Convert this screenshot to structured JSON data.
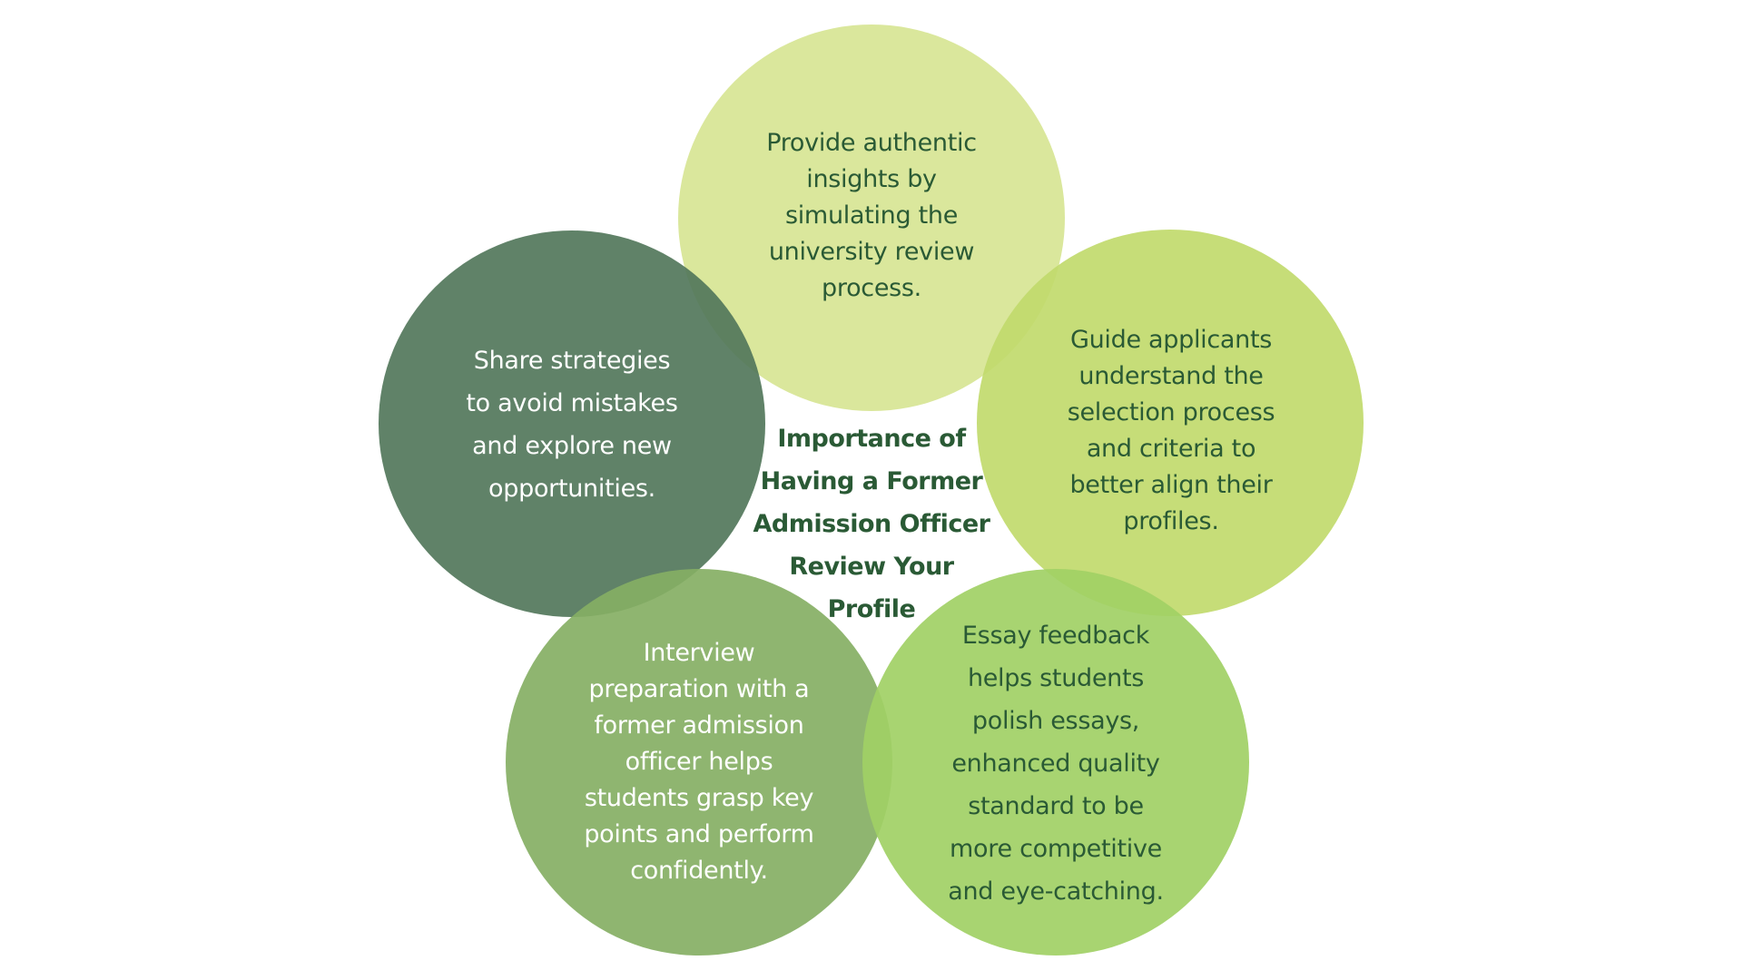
{
  "diagram": {
    "type": "venn-flower",
    "title": "Importance of\nHaving a Former\nAdmission Officer\nReview Your\nProfile",
    "colors": {
      "title_text": "#2a5a35",
      "top": "#dae797",
      "left": "#5e8266",
      "right": "#c5dc74",
      "bottom_left": "#8eb46f",
      "bottom_right": "#a7d36e"
    },
    "petals": [
      {
        "id": "top",
        "text": "Provide authentic\ninsights by\nsimulating the\nuniversity review\nprocess."
      },
      {
        "id": "left",
        "text": "Share strategies\nto avoid mistakes\nand explore new\nopportunities."
      },
      {
        "id": "right",
        "text": "Guide applicants\nunderstand the\nselection process\nand criteria to\nbetter align their\nprofiles."
      },
      {
        "id": "bottom_left",
        "text": "Interview\npreparation with a\nformer admission\nofficer helps\nstudents grasp key\npoints and perform\nconfidently."
      },
      {
        "id": "bottom_right",
        "text": "Essay feedback\nhelps students\npolish essays,\nenhanced quality\nstandard to be\nmore competitive\nand eye-catching."
      }
    ]
  }
}
